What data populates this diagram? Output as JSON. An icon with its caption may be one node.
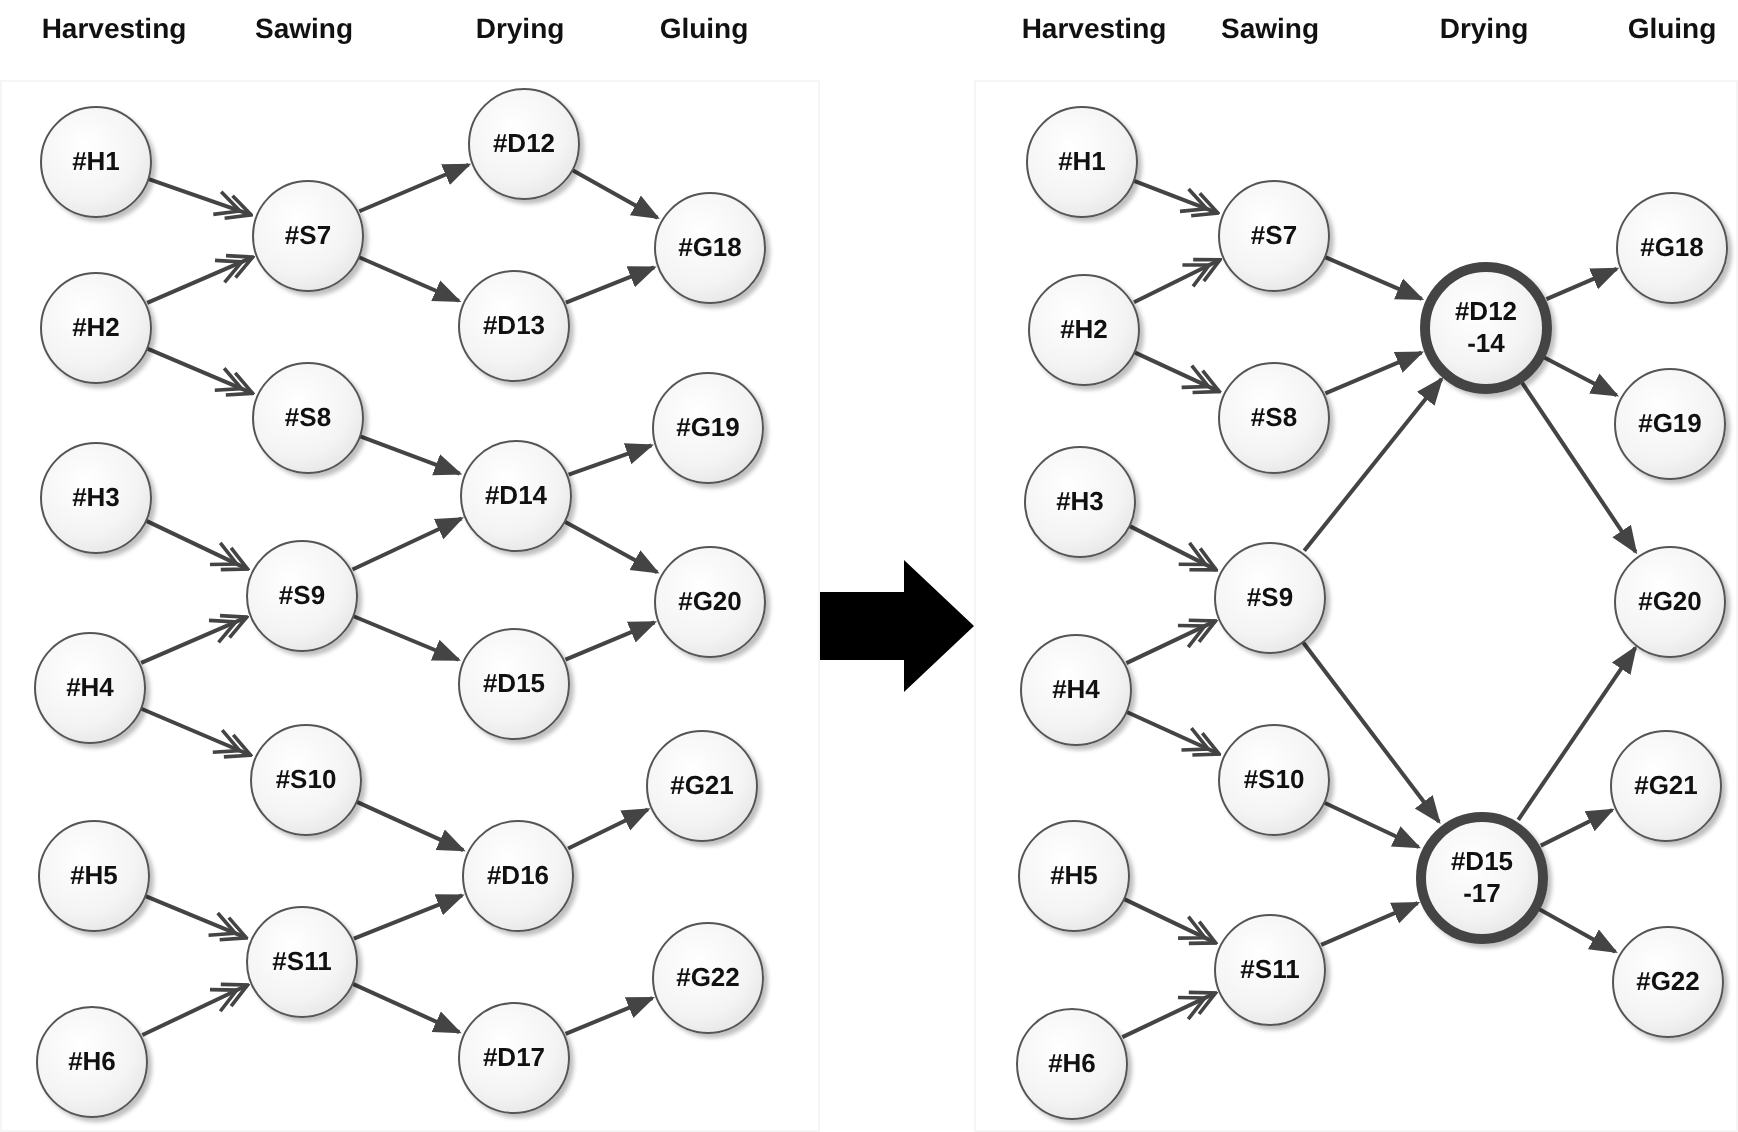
{
  "diagram": {
    "nodes": [
      {
        "text": [],
        "shape": "box"
      },
      {
        "text": [
          "#H1"
        ],
        "in": 0
      },
      {
        "text": [
          "#H2"
        ],
        "in": 0
      },
      {
        "text": [
          "#H3"
        ],
        "in": 0
      },
      {
        "text": [
          "#H4"
        ],
        "in": 0
      },
      {
        "text": [
          "#H5"
        ],
        "in": 0
      },
      {
        "text": [
          "#H6"
        ],
        "in": 0
      },
      {
        "text": [
          "#S7"
        ],
        "in": 0
      },
      {
        "text": [
          "#S8"
        ],
        "in": 0
      },
      {
        "text": [
          "#S9"
        ],
        "in": 0
      },
      {
        "text": [
          "#S10"
        ],
        "in": 0
      },
      {
        "text": [
          "#S11"
        ],
        "in": 0
      },
      {
        "text": [
          "#D12"
        ],
        "in": 0
      },
      {
        "text": [
          "#D13"
        ],
        "in": 0
      },
      {
        "text": [
          "#D14"
        ],
        "in": 0
      },
      {
        "text": [
          "#D15"
        ],
        "in": 0
      },
      {
        "text": [
          "#D16"
        ],
        "in": 0
      },
      {
        "text": [
          "#D17"
        ],
        "in": 0
      },
      {
        "text": [
          "#G18"
        ],
        "in": 0
      },
      {
        "text": [
          "#G19"
        ],
        "in": 0
      },
      {
        "text": [
          "#G20"
        ],
        "in": 0
      },
      {
        "text": [
          "#G21"
        ],
        "in": 0
      },
      {
        "text": [
          "#G22"
        ],
        "in": 0
      },
      {
        "text": [],
        "shape": "box"
      },
      {
        "text": [
          "#H1"
        ],
        "in": 23
      },
      {
        "text": [
          "#H2"
        ],
        "in": 23
      },
      {
        "text": [
          "#H3"
        ],
        "in": 23
      },
      {
        "text": [
          "#H4"
        ],
        "in": 23
      },
      {
        "text": [
          "#H5"
        ],
        "in": 23
      },
      {
        "text": [
          "#H6"
        ],
        "in": 23
      },
      {
        "text": [
          "#S7"
        ],
        "in": 23
      },
      {
        "text": [
          "#S8"
        ],
        "in": 23
      },
      {
        "text": [
          "#S9"
        ],
        "in": 23
      },
      {
        "text": [
          "#S10"
        ],
        "in": 23
      },
      {
        "text": [
          "#S11"
        ],
        "in": 23
      },
      {
        "text": [
          "#D12 -14"
        ],
        "in": 23
      },
      {
        "text": [
          "#D15 -17"
        ],
        "in": 23
      },
      {
        "text": [
          "#G18"
        ],
        "in": 23
      },
      {
        "text": [
          "#G19"
        ],
        "in": 23
      },
      {
        "text": [
          "#G20"
        ],
        "in": 23
      },
      {
        "text": [
          "#G21"
        ],
        "in": 23
      },
      {
        "text": [
          "#G22"
        ],
        "in": 23
      }
    ],
    "edges": [
      {
        "from": 1,
        "to": 7,
        "arrow": "to"
      },
      {
        "from": 2,
        "to": 7,
        "arrow": "to"
      },
      {
        "from": 2,
        "to": 8,
        "arrow": "to"
      },
      {
        "from": 3,
        "to": 9,
        "arrow": "to"
      },
      {
        "from": 4,
        "to": 9,
        "arrow": "to"
      },
      {
        "from": 4,
        "to": 10,
        "arrow": "to"
      },
      {
        "from": 5,
        "to": 11,
        "arrow": "to"
      },
      {
        "from": 6,
        "to": 11,
        "arrow": "to"
      },
      {
        "from": 7,
        "to": 12,
        "arrow": "to"
      },
      {
        "from": 7,
        "to": 13,
        "arrow": "to"
      },
      {
        "from": 8,
        "to": 14,
        "arrow": "to"
      },
      {
        "from": 9,
        "to": 14,
        "arrow": "to"
      },
      {
        "from": 9,
        "to": 15,
        "arrow": "to"
      },
      {
        "from": 10,
        "to": 16,
        "arrow": "to"
      },
      {
        "from": 11,
        "to": 16,
        "arrow": "to"
      },
      {
        "from": 11,
        "to": 17,
        "arrow": "to"
      },
      {
        "from": 12,
        "to": 18,
        "arrow": "to"
      },
      {
        "from": 13,
        "to": 18,
        "arrow": "to"
      },
      {
        "from": 14,
        "to": 19,
        "arrow": "to"
      },
      {
        "from": 14,
        "to": 20,
        "arrow": "to"
      },
      {
        "from": 15,
        "to": 20,
        "arrow": "to"
      },
      {
        "from": 16,
        "to": 21,
        "arrow": "to"
      },
      {
        "from": 17,
        "to": 22,
        "arrow": "to"
      },
      {
        "from": 0,
        "to": 23,
        "arrow": "to",
        "style": "thick"
      },
      {
        "from": 24,
        "to": 30,
        "arrow": "to"
      },
      {
        "from": 25,
        "to": 30,
        "arrow": "to"
      },
      {
        "from": 25,
        "to": 31,
        "arrow": "to"
      },
      {
        "from": 26,
        "to": 32,
        "arrow": "to"
      },
      {
        "from": 27,
        "to": 32,
        "arrow": "to"
      },
      {
        "from": 27,
        "to": 33,
        "arrow": "to"
      },
      {
        "from": 28,
        "to": 34,
        "arrow": "to"
      },
      {
        "from": 29,
        "to": 34,
        "arrow": "to"
      },
      {
        "from": 30,
        "to": 35,
        "arrow": "to"
      },
      {
        "from": 31,
        "to": 35,
        "arrow": "to"
      },
      {
        "from": 32,
        "to": 35,
        "arrow": "to"
      },
      {
        "from": 32,
        "to": 36,
        "arrow": "to"
      },
      {
        "from": 33,
        "to": 36,
        "arrow": "to"
      },
      {
        "from": 34,
        "to": 36,
        "arrow": "to"
      },
      {
        "from": 35,
        "to": 37,
        "arrow": "to"
      },
      {
        "from": 35,
        "to": 38,
        "arrow": "to"
      },
      {
        "from": 35,
        "to": 39,
        "arrow": "to"
      },
      {
        "from": 36,
        "to": 39,
        "arrow": "to"
      },
      {
        "from": 36,
        "to": 40,
        "arrow": "to"
      },
      {
        "from": 36,
        "to": 41,
        "arrow": "to"
      }
    ],
    "labels": [
      "Harvesting",
      "Sawing",
      "Drying",
      "Gluing",
      "Harvesting",
      "Sawing",
      "Drying",
      "Gluing"
    ]
  }
}
